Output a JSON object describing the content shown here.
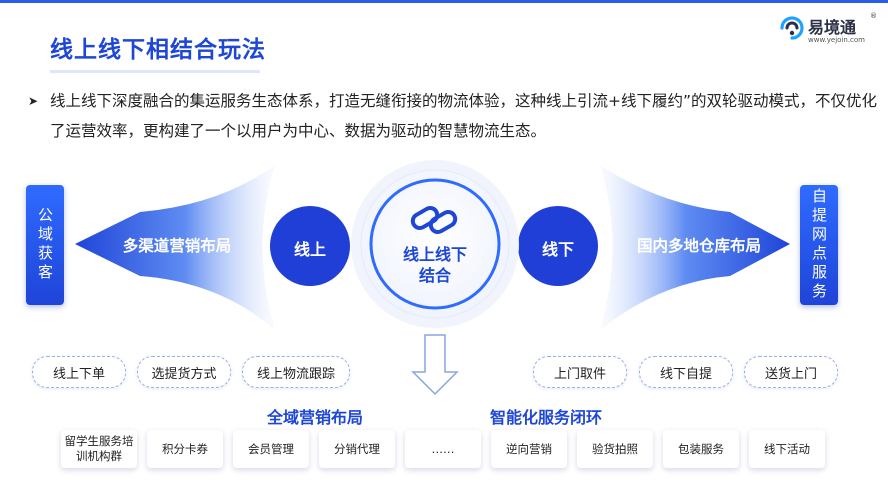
{
  "title": "线上线下相结合玩法",
  "logo": {
    "name": "易境通",
    "reg": "®",
    "url": "www.yejoin.com"
  },
  "bullet": "线上线下深度融合的集运服务生态体系，打造无缝衔接的物流体验，这种线上引流+线下履约”的双轮驱动模式，不仅优化了运营效率，更构建了一个以用户为中心、数据为驱动的智慧物流生态。",
  "left_label": "公域获客",
  "right_label": "自提网点服务",
  "left_arrow_text": "多渠道营销布局",
  "right_arrow_text": "国内多地仓库布局",
  "online_circle": "线上",
  "offline_circle": "线下",
  "center": {
    "line1": "线上线下",
    "line2": "结合"
  },
  "left_pills": [
    "线上下单",
    "选提货方式",
    "线上物流跟踪"
  ],
  "right_pills": [
    "上门取件",
    "线下自提",
    "送货上门"
  ],
  "section_left": "全域营销布局",
  "section_right": "智能化服务闭环",
  "cards": [
    {
      "line1": "留学生服务培",
      "line2": "训机构群"
    },
    {
      "line1": "积分卡券",
      "line2": ""
    },
    {
      "line1": "会员管理",
      "line2": ""
    },
    {
      "line1": "分销代理",
      "line2": ""
    },
    {
      "line1": "……",
      "line2": ""
    },
    {
      "line1": "逆向营销",
      "line2": ""
    },
    {
      "line1": "验货拍照",
      "line2": ""
    },
    {
      "line1": "包装服务",
      "line2": ""
    },
    {
      "line1": "线下活动",
      "line2": ""
    }
  ],
  "colors": {
    "primary": "#1f47d6",
    "accent": "#2f6bff",
    "light": "#e8eefc"
  },
  "icons": [
    "bullet-arrow-icon",
    "chain-link-icon",
    "down-arrow-icon",
    "logo-icon"
  ]
}
